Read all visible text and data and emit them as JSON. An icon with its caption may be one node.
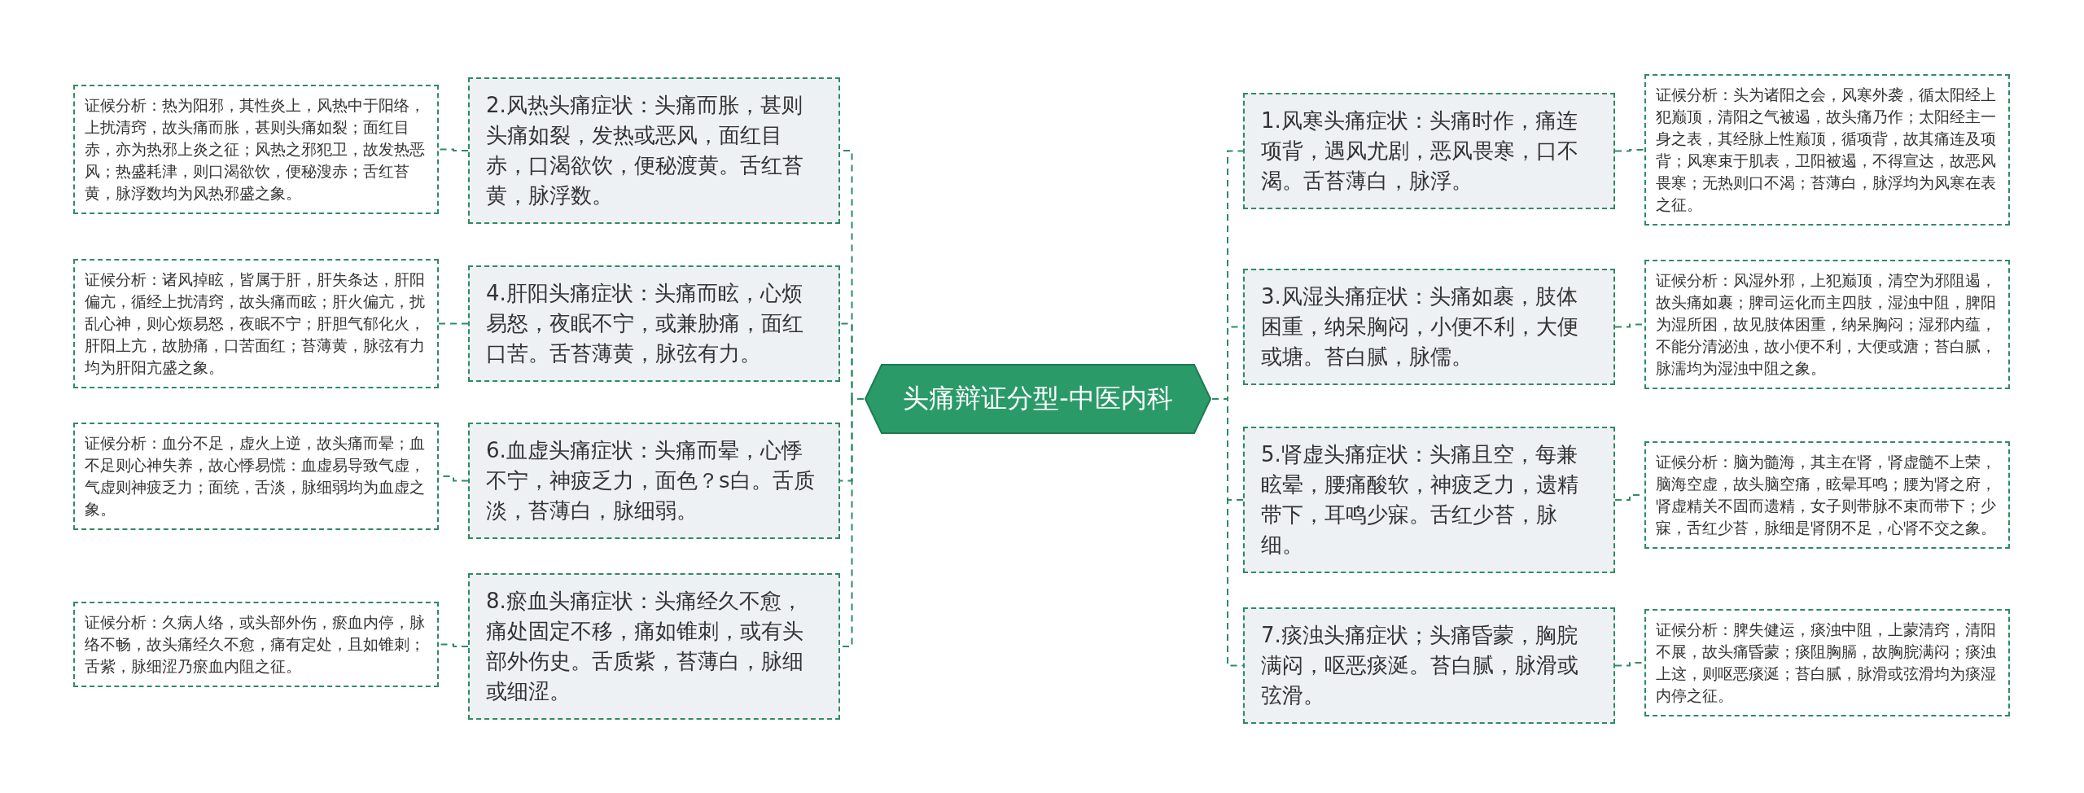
{
  "diagram": {
    "nodes": [
      {
        "text": [
          "头痛辩证分型-中医内科"
        ]
      },
      {
        "text": [
          "2.风热头痛症状：头痛而胀，甚则头痛如裂，发热或恶风，面红目赤，口渴欲饮，便秘渡黄。舌红苔黄，脉浮数。"
        ]
      },
      {
        "text": [
          "证候分析：热为阳邪，其性炎上，风热中于阳络，上扰清窍，故头痛而胀，甚则头痛如裂；面红目赤，亦为热邪上炎之征；风热之邪犯卫，故发热恶风；热盛耗津，则口渴欲饮，便秘溲赤；舌红苔黄，脉浮数均为风热邪盛之象。"
        ]
      },
      {
        "text": [
          "4.肝阳头痛症状：头痛而眩，心烦易怒，夜眠不宁，或兼胁痛，面红口苦。舌苔薄黄，脉弦有力。"
        ]
      },
      {
        "text": [
          "证候分析：诸风掉眩，皆属于肝，肝失条达，肝阳偏亢，循经上扰清窍，故头痛而眩；肝火偏亢，扰乱心神，则心烦易怒，夜眠不宁；肝胆气郁化火，肝阳上亢，故胁痛，口苦面红；苔薄黄，脉弦有力均为肝阳亢盛之象。"
        ]
      },
      {
        "text": [
          "6.血虚头痛症状：头痛而晕，心悸不宁，神疲乏力，面色？s白。舌质淡，苔薄白，脉细弱。"
        ]
      },
      {
        "text": [
          "证候分析：血分不足，虚火上逆，故头痛而晕；血不足则心神失养，故心悸易慌：血虚易导致气虚，气虚则神疲乏力；面统，舌淡，脉细弱均为血虚之象。"
        ]
      },
      {
        "text": [
          "8.瘀血头痛症状：头痛经久不愈，痛处固定不移，痛如锥刺，或有头部外伤史。舌质紫，苔薄白，脉细或细涩。"
        ]
      },
      {
        "text": [
          "证候分析：久病人络，或头部外伤，瘀血内停，脉络不畅，故头痛经久不愈，痛有定处，且如锥刺；舌紫，脉细涩乃瘀血内阻之征。"
        ]
      },
      {
        "text": [
          "1.风寒头痛症状：头痛时作，痛连项背，遇风尤剧，恶风畏寒，口不渴。舌苔薄白，脉浮。"
        ]
      },
      {
        "text": [
          "证候分析：头为诸阳之会，风寒外袭，循太阳经上犯巅顶，清阳之气被遏，故头痛乃作；太阳经主一身之表，其经脉上性巅顶，循项背，故其痛连及项背；风寒束于肌表，卫阳被遏，不得宣达，故恶风畏寒；无热则口不渴；苔薄白，脉浮均为风寒在表之征。"
        ]
      },
      {
        "text": [
          "3.风湿头痛症状：头痛如裹，肢体困重，纳呆胸闷，小便不利，大便或塘。苔白腻，脉儒。"
        ]
      },
      {
        "text": [
          "证候分析：风湿外邪，上犯巅顶，清空为邪阻遏，故头痛如裹；脾司运化而主四肢，湿浊中阻，脾阳为湿所困，故见肢体困重，纳呆胸闷；湿邪内蕴，不能分清泌浊，故小便不利，大便或溏；苔白腻，脉濡均为湿浊中阻之象。"
        ]
      },
      {
        "text": [
          "5.肾虚头痛症状：头痛且空，每兼眩晕，腰痛酸软，神疲乏力，遗精带下，耳鸣少寐。舌红少苔，脉细。"
        ]
      },
      {
        "text": [
          "证候分析：脑为髓海，其主在肾，肾虚髓不上荣，脑海空虚，故头脑空痛，眩晕耳鸣；腰为肾之府，肾虚精关不固而遗精，女子则带脉不束而带下；少寐，舌红少苔，脉细是肾阴不足，心肾不交之象。"
        ]
      },
      {
        "text": [
          "7.痰浊头痛症状；头痛昏蒙，胸脘满闷，呕恶痰涎。苔白腻，脉滑或弦滑。"
        ]
      },
      {
        "text": [
          "证候分析：脾失健运，痰浊中阻，上蒙清窍，清阳不展，故头痛昏蒙；痰阻胸膈，故胸脘满闷；痰浊上这，则呕恶痰涎；苔白腻，脉滑或弦滑均为痰湿内停之征。"
        ]
      }
    ],
    "edges": [
      {
        "from": 0,
        "to": 1,
        "arrow": "none"
      },
      {
        "from": 1,
        "to": 2,
        "arrow": "none"
      },
      {
        "from": 0,
        "to": 3,
        "arrow": "none"
      },
      {
        "from": 3,
        "to": 4,
        "arrow": "none"
      },
      {
        "from": 0,
        "to": 5,
        "arrow": "none"
      },
      {
        "from": 5,
        "to": 6,
        "arrow": "none"
      },
      {
        "from": 0,
        "to": 7,
        "arrow": "none"
      },
      {
        "from": 7,
        "to": 8,
        "arrow": "none"
      },
      {
        "from": 0,
        "to": 9,
        "arrow": "none"
      },
      {
        "from": 9,
        "to": 10,
        "arrow": "none"
      },
      {
        "from": 0,
        "to": 11,
        "arrow": "none"
      },
      {
        "from": 11,
        "to": 12,
        "arrow": "none"
      },
      {
        "from": 0,
        "to": 13,
        "arrow": "none"
      },
      {
        "from": 13,
        "to": 14,
        "arrow": "none"
      },
      {
        "from": 0,
        "to": 15,
        "arrow": "none"
      },
      {
        "from": 15,
        "to": 16,
        "arrow": "none"
      }
    ]
  }
}
